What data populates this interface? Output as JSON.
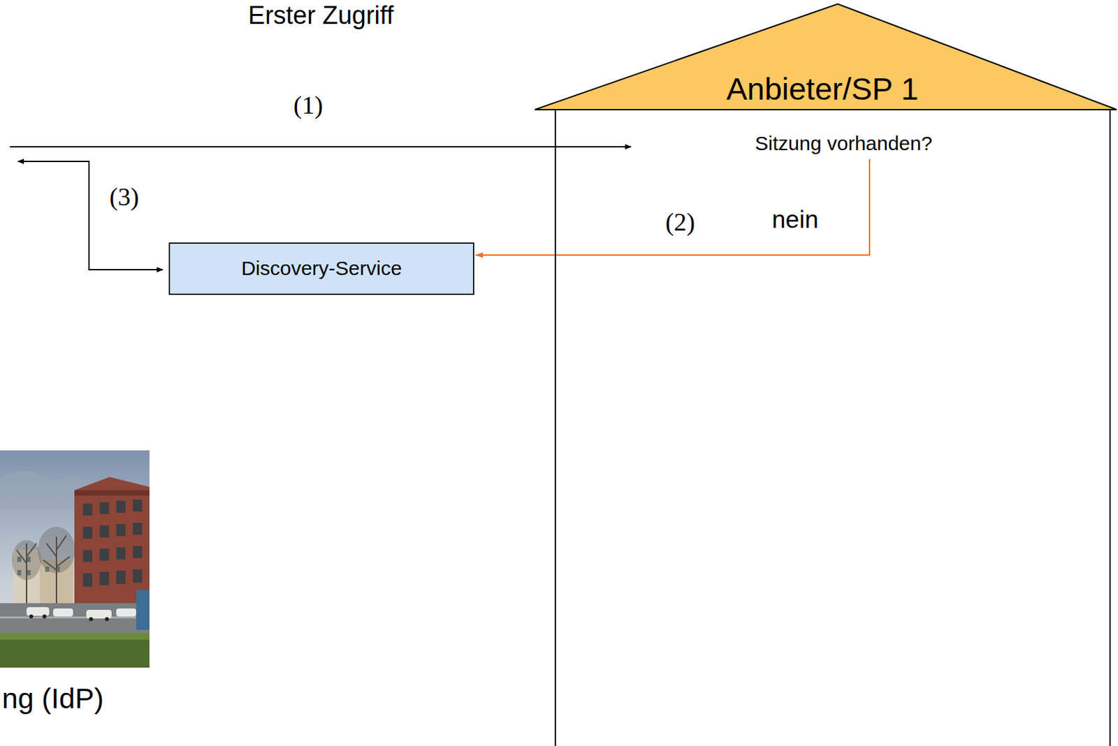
{
  "diagram": {
    "title": "Erster Zugriff",
    "nodes": [
      {
        "text": [
          "Anbieter/SP 1"
        ]
      },
      {
        "text": [
          "Sitzung vorhanden?"
        ],
        "in": 0
      },
      {
        "text": [
          "Discovery-Service"
        ]
      }
    ],
    "edges": [
      {
        "from": 1,
        "to": 2,
        "label": "nein",
        "arrow": "to"
      }
    ],
    "labels": [
      "(1)",
      "(2)",
      "(3)",
      "ng (IdP)"
    ]
  }
}
